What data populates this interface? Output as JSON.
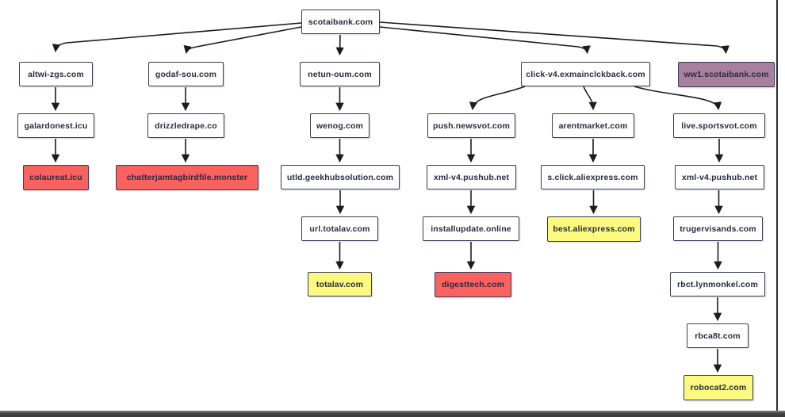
{
  "diagram": {
    "title": "domain-redirect-chain-tree",
    "root_label": "scotaibank.com"
  },
  "colors": {
    "node_border": "#3a3a55",
    "node_text": "#2a2a42",
    "highlight_red": "#f9625e",
    "highlight_yellow": "#fbf97e",
    "highlight_purple": "#a87f9d",
    "arrow": "#1c1c1c"
  },
  "nodes": [
    {
      "label": "scotaibank.com",
      "highlight": "none"
    },
    {
      "label": "altwi-zgs.com",
      "highlight": "none"
    },
    {
      "label": "godaf-sou.com",
      "highlight": "none"
    },
    {
      "label": "netun-oum.com",
      "highlight": "none"
    },
    {
      "label": "click-v4.exmainclckback.com",
      "highlight": "none"
    },
    {
      "label": "ww1.scotaibank.com",
      "highlight": "purple"
    },
    {
      "label": "galardonest.icu",
      "highlight": "none"
    },
    {
      "label": "drizzledrape.co",
      "highlight": "none"
    },
    {
      "label": "wenog.com",
      "highlight": "none"
    },
    {
      "label": "push.newsvot.com",
      "highlight": "none"
    },
    {
      "label": "arentmarket.com",
      "highlight": "none"
    },
    {
      "label": "live.sportsvot.com",
      "highlight": "none"
    },
    {
      "label": "colaureat.icu",
      "highlight": "red"
    },
    {
      "label": "chatterjamtagbirdfile.monster",
      "highlight": "red"
    },
    {
      "label": "utld.geekhubsolution.com",
      "highlight": "none"
    },
    {
      "label": "xml-v4.pushub.net",
      "highlight": "none"
    },
    {
      "label": "s.click.aliexpress.com",
      "highlight": "none"
    },
    {
      "label": "xml-v4.pushub.net",
      "highlight": "none"
    },
    {
      "label": "url.totalav.com",
      "highlight": "none"
    },
    {
      "label": "installupdate.online",
      "highlight": "none"
    },
    {
      "label": "best.aliexpress.com",
      "highlight": "yellow"
    },
    {
      "label": "trugervisands.com",
      "highlight": "none"
    },
    {
      "label": "totalav.com",
      "highlight": "yellow"
    },
    {
      "label": "digesttech.com",
      "highlight": "red"
    },
    {
      "label": "rbct.lynmonkel.com",
      "highlight": "none"
    },
    {
      "label": "rbca8t.com",
      "highlight": "none"
    },
    {
      "label": "robocat2.com",
      "highlight": "yellow"
    }
  ],
  "edges": [
    [
      "scotaibank.com",
      "altwi-zgs.com"
    ],
    [
      "scotaibank.com",
      "godaf-sou.com"
    ],
    [
      "scotaibank.com",
      "netun-oum.com"
    ],
    [
      "scotaibank.com",
      "click-v4.exmainclckback.com"
    ],
    [
      "scotaibank.com",
      "ww1.scotaibank.com"
    ],
    [
      "altwi-zgs.com",
      "galardonest.icu"
    ],
    [
      "galardonest.icu",
      "colaureat.icu"
    ],
    [
      "godaf-sou.com",
      "drizzledrape.co"
    ],
    [
      "drizzledrape.co",
      "chatterjamtagbirdfile.monster"
    ],
    [
      "netun-oum.com",
      "wenog.com"
    ],
    [
      "wenog.com",
      "utld.geekhubsolution.com"
    ],
    [
      "utld.geekhubsolution.com",
      "url.totalav.com"
    ],
    [
      "url.totalav.com",
      "totalav.com"
    ],
    [
      "click-v4.exmainclckback.com",
      "push.newsvot.com"
    ],
    [
      "push.newsvot.com",
      "xml-v4.pushub.net"
    ],
    [
      "xml-v4.pushub.net",
      "installupdate.online"
    ],
    [
      "installupdate.online",
      "digesttech.com"
    ],
    [
      "click-v4.exmainclckback.com",
      "arentmarket.com"
    ],
    [
      "arentmarket.com",
      "s.click.aliexpress.com"
    ],
    [
      "s.click.aliexpress.com",
      "best.aliexpress.com"
    ],
    [
      "click-v4.exmainclckback.com",
      "live.sportsvot.com"
    ],
    [
      "live.sportsvot.com",
      "xml-v4.pushub.net"
    ],
    [
      "xml-v4.pushub.net",
      "trugervisands.com"
    ],
    [
      "trugervisands.com",
      "rbct.lynmonkel.com"
    ],
    [
      "rbct.lynmonkel.com",
      "rbca8t.com"
    ],
    [
      "rbca8t.com",
      "robocat2.com"
    ]
  ]
}
